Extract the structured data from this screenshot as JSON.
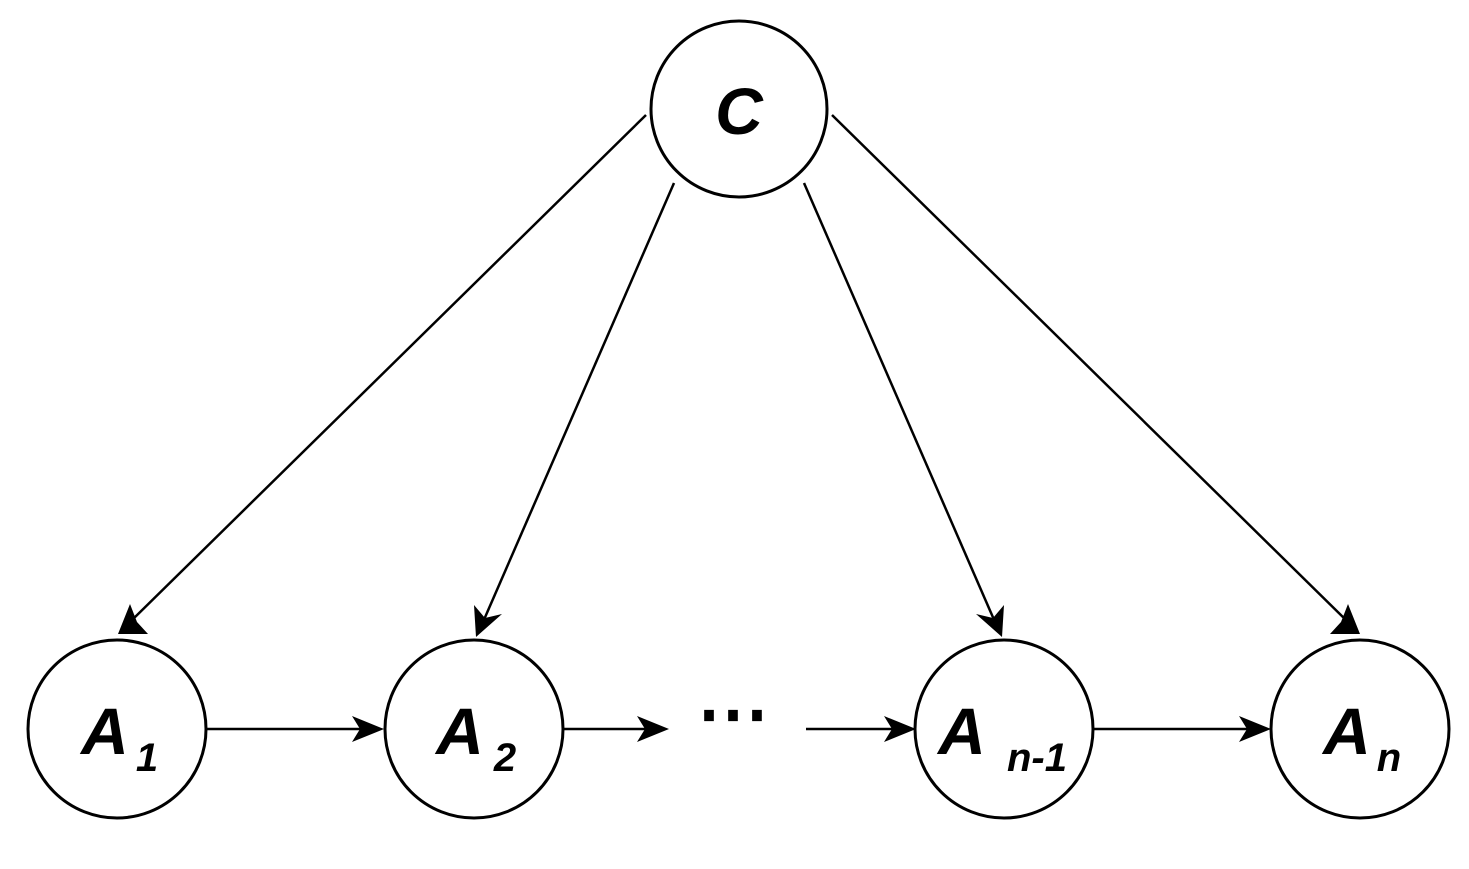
{
  "nodes": {
    "c": {
      "main": "C",
      "sub": ""
    },
    "a1": {
      "main": "A",
      "sub": "1"
    },
    "a2": {
      "main": "A",
      "sub": "2"
    },
    "an1": {
      "main": "A",
      "sub": "n-1"
    },
    "an": {
      "main": "A",
      "sub": "n"
    }
  },
  "ellipsis": "⋯",
  "edges": [
    {
      "from": "C",
      "to": "A1"
    },
    {
      "from": "C",
      "to": "A2"
    },
    {
      "from": "C",
      "to": "An-1"
    },
    {
      "from": "C",
      "to": "An"
    },
    {
      "from": "A1",
      "to": "A2"
    },
    {
      "from": "A2",
      "to": "..."
    },
    {
      "from": "...",
      "to": "An-1"
    },
    {
      "from": "An-1",
      "to": "An"
    }
  ],
  "colors": {
    "stroke": "#000000",
    "fill": "#ffffff"
  }
}
